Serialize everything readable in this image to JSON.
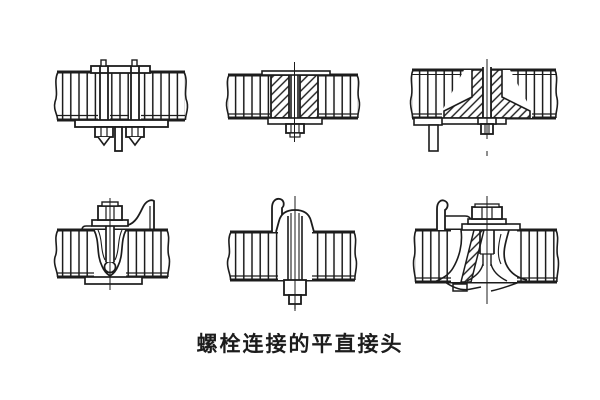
{
  "page": {
    "background_color": "#ffffff",
    "line_color": "#1c1c1c",
    "type": "technical-line-illustration"
  },
  "caption": {
    "text": "螺栓连接的平直接头"
  },
  "figures": {
    "grid": {
      "rows": 2,
      "cols": 3
    },
    "items": [
      {
        "name": "joint-double-bolt-top-clamp"
      },
      {
        "name": "joint-hatched-clamp-blocks"
      },
      {
        "name": "joint-wedge-clamp-with-bracket"
      },
      {
        "name": "joint-recessed-bolt-curved-flange"
      },
      {
        "name": "joint-t-head-hook-bolt"
      },
      {
        "name": "joint-hook-bolt-curved-belt-ends"
      }
    ]
  }
}
